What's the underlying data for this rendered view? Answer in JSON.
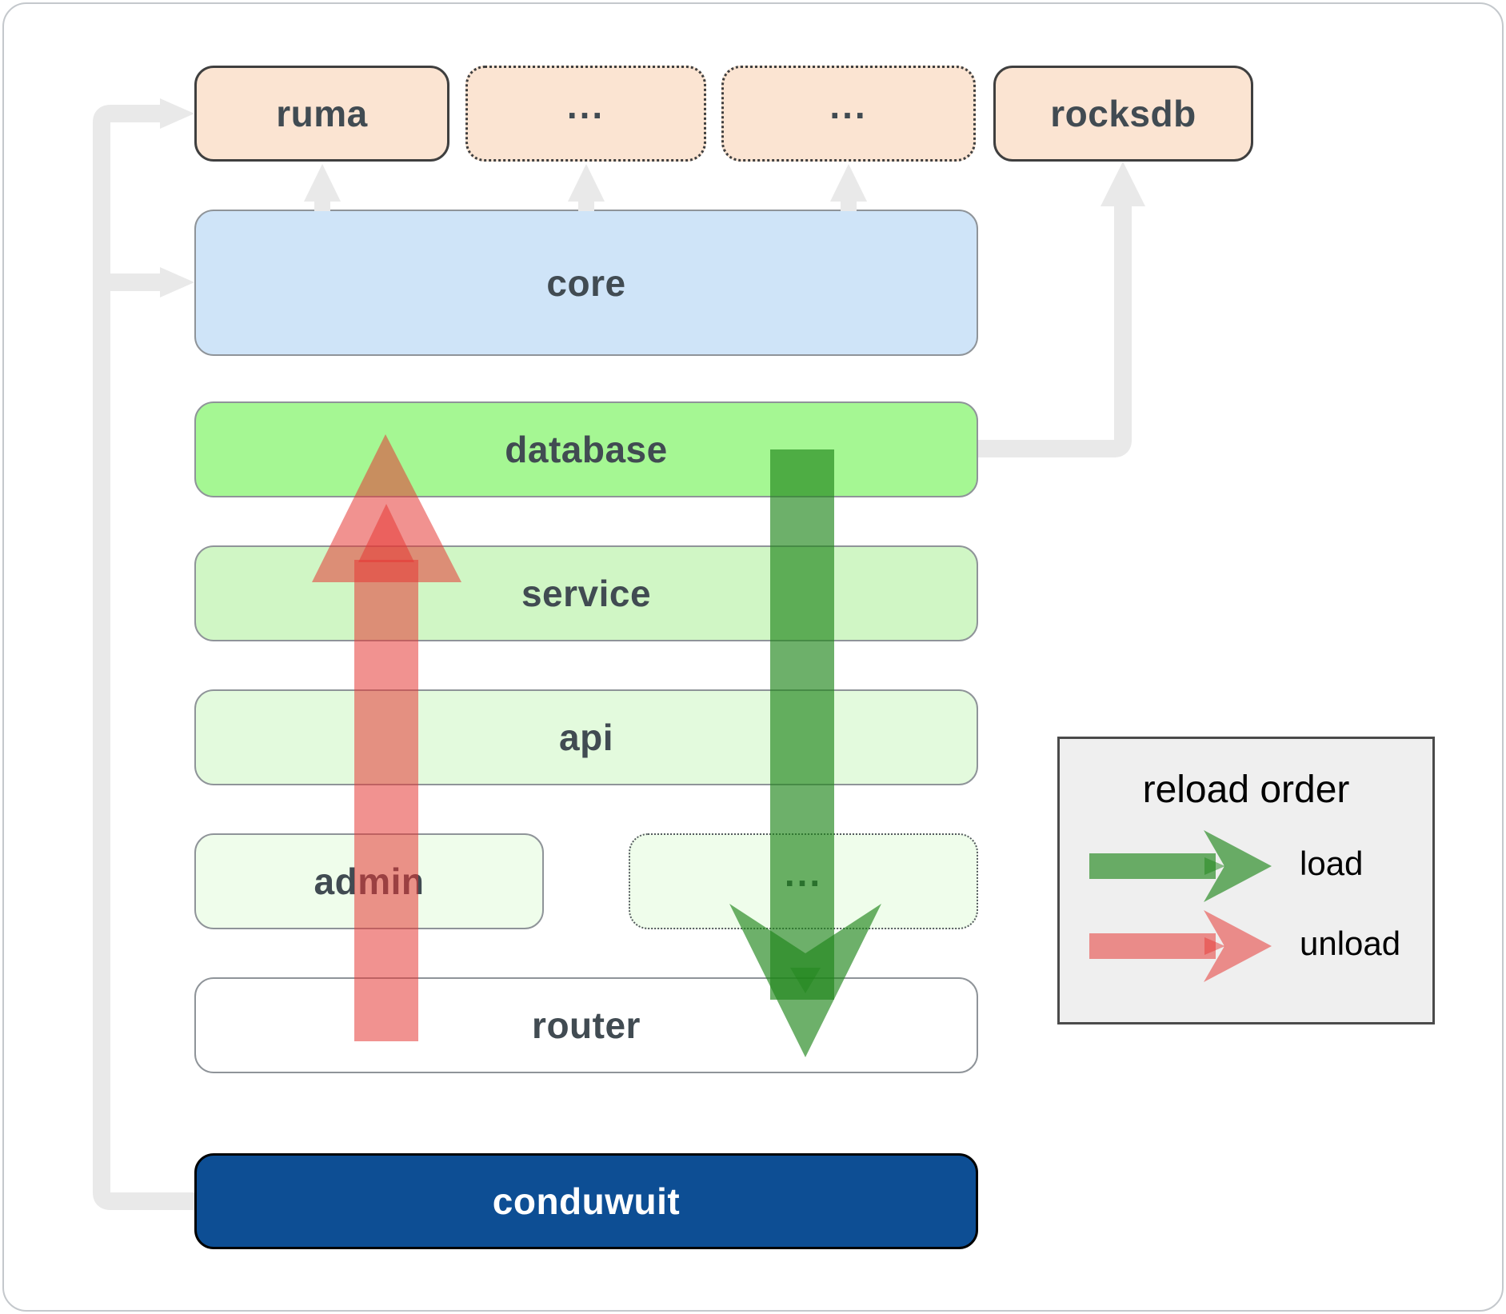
{
  "diagram": {
    "top_row": {
      "ruma": "ruma",
      "ellipsis1": "...",
      "ellipsis2": "...",
      "rocksdb": "rocksdb"
    },
    "layers": {
      "core": "core",
      "database": "database",
      "service": "service",
      "api": "api",
      "admin": "admin",
      "ellipsis3": "...",
      "router": "router",
      "conduwuit": "conduwuit"
    }
  },
  "legend": {
    "title": "reload order",
    "load": "load",
    "unload": "unload"
  },
  "colors": {
    "peach_fill": "#fbe4d2",
    "dark_border": "#3f3f3f",
    "blue_fill": "#cfe4f8",
    "database_fill": "#a5f793",
    "service_fill": "#d0f6c5",
    "api_fill": "#e3fadd",
    "admin_fill": "#effdeb",
    "router_fill": "#ffffff",
    "navy_fill": "#0d4e94",
    "gray_border": "#8f9499",
    "label_color": "#414b52",
    "connector_gray": "#e9e9e9",
    "legend_bg": "#efefef",
    "legend_border": "#4a4a4a",
    "load_green": "#1e861a",
    "unload_red": "#e53935"
  }
}
